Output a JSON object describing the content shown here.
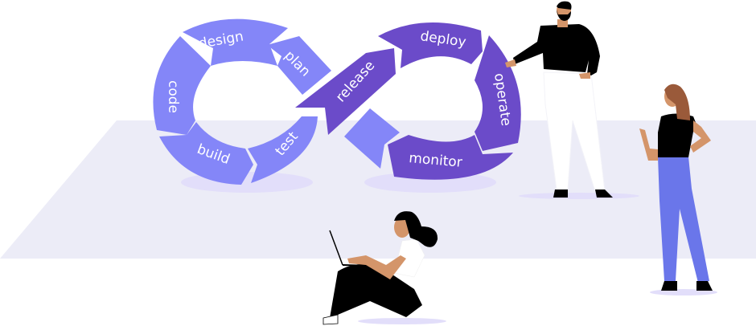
{
  "illustration": {
    "title": "DevOps infinity loop",
    "stages_left_loop": [
      "plan",
      "design",
      "code",
      "build",
      "test"
    ],
    "stages_right_loop": [
      "release",
      "deploy",
      "operate",
      "monitor"
    ],
    "labels": {
      "design": "design",
      "plan": "plan",
      "code": "code",
      "build": "build",
      "test": "test",
      "release": "release",
      "deploy": "deploy",
      "operate": "operate",
      "monitor": "monitor"
    },
    "people": [
      "standing-man-presenting",
      "standing-woman-watching",
      "sitting-woman-with-laptop"
    ]
  },
  "colors": {
    "left_loop": "#8486f8",
    "right_loop": "#6b4bc9",
    "floor": "#ececf7",
    "shadow": "#e2defa",
    "pants_blue": "#6a76ea",
    "skin": "#d4956a",
    "hair_brown": "#9a5a3a",
    "black": "#000000"
  }
}
